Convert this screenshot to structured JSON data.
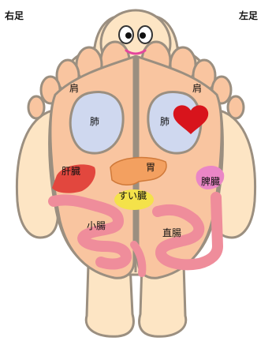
{
  "header": {
    "right_foot": "右足",
    "left_foot": "左足"
  },
  "labels": {
    "shoulder_right": "肩",
    "shoulder_left": "肩",
    "lung_right": "肺",
    "lung_left": "肺",
    "liver": "肝臓",
    "stomach": "胃",
    "pancreas": "すい臓",
    "spleen": "脾臓",
    "small_intestine": "小腸",
    "rectum": "直腸"
  },
  "colors": {
    "outline": "#9b8f80",
    "skin": "#fde5c4",
    "sole": "#f9c5a0",
    "lung": "#cfd8ef",
    "heart": "#d8141c",
    "liver": "#e2473e",
    "stomach": "#f3a060",
    "pancreas": "#f4e24a",
    "spleen": "#ea86c6",
    "intestine": "#ef8d9b",
    "mouth": "#e4469c"
  }
}
